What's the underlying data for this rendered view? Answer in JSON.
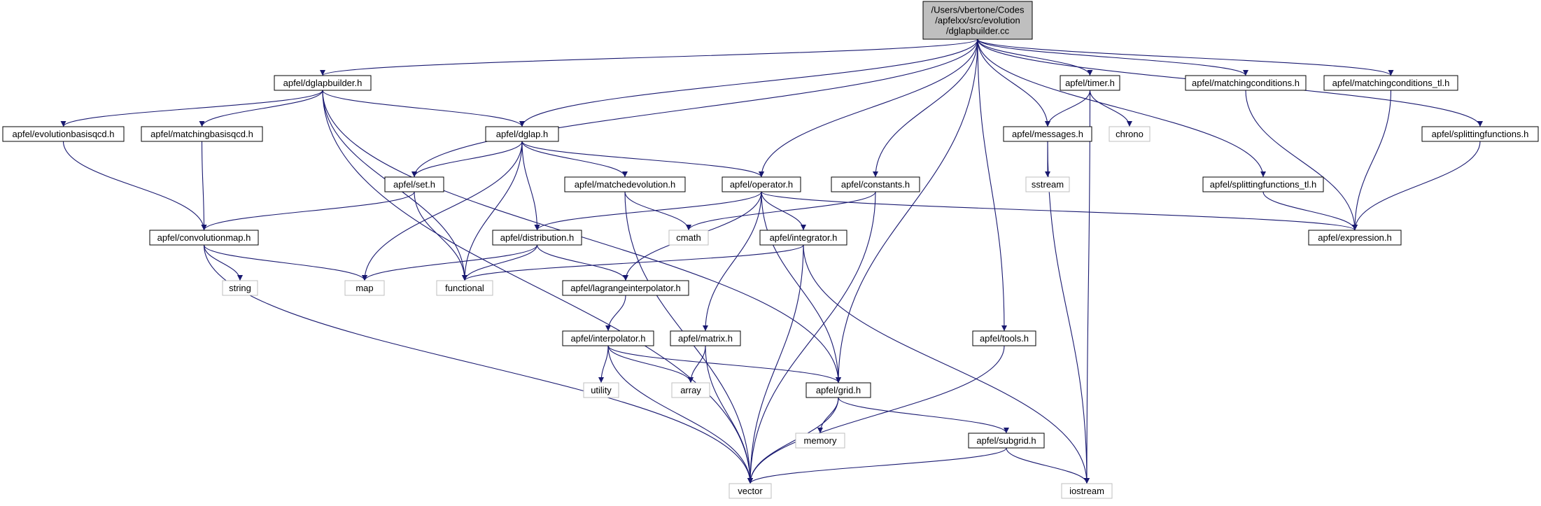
{
  "colors": {
    "edge": "#191970",
    "root_fill": "#bfbfbf",
    "node_border": "#000000",
    "external_border": "#bfbfbf",
    "text": "#000000"
  },
  "nodes": [
    {
      "id": "root",
      "kind": "root",
      "lines": [
        "/Users/vbertone/Codes",
        "/apfelxx/src/evolution",
        "/dglapbuilder.cc"
      ]
    },
    {
      "id": "dglapbuilder",
      "kind": "header",
      "lines": [
        "apfel/dglapbuilder.h"
      ]
    },
    {
      "id": "evolutionbasisqcd",
      "kind": "header",
      "lines": [
        "apfel/evolutionbasisqcd.h"
      ]
    },
    {
      "id": "matchingbasisqcd",
      "kind": "header",
      "lines": [
        "apfel/matchingbasisqcd.h"
      ]
    },
    {
      "id": "dglap",
      "kind": "header",
      "lines": [
        "apfel/dglap.h"
      ]
    },
    {
      "id": "set",
      "kind": "header",
      "lines": [
        "apfel/set.h"
      ]
    },
    {
      "id": "convolutionmap",
      "kind": "header",
      "lines": [
        "apfel/convolutionmap.h"
      ]
    },
    {
      "id": "string",
      "kind": "external",
      "lines": [
        "string"
      ]
    },
    {
      "id": "map",
      "kind": "external",
      "lines": [
        "map"
      ]
    },
    {
      "id": "functional",
      "kind": "external",
      "lines": [
        "functional"
      ]
    },
    {
      "id": "matchedevolution",
      "kind": "header",
      "lines": [
        "apfel/matchedevolution.h"
      ]
    },
    {
      "id": "distribution",
      "kind": "header",
      "lines": [
        "apfel/distribution.h"
      ]
    },
    {
      "id": "operator",
      "kind": "header",
      "lines": [
        "apfel/operator.h"
      ]
    },
    {
      "id": "cmath",
      "kind": "external",
      "lines": [
        "cmath"
      ]
    },
    {
      "id": "integrator",
      "kind": "header",
      "lines": [
        "apfel/integrator.h"
      ]
    },
    {
      "id": "lagrangeinterpolator",
      "kind": "header",
      "lines": [
        "apfel/lagrangeinterpolator.h"
      ]
    },
    {
      "id": "interpolator",
      "kind": "header",
      "lines": [
        "apfel/interpolator.h"
      ]
    },
    {
      "id": "utility",
      "kind": "external",
      "lines": [
        "utility"
      ]
    },
    {
      "id": "array",
      "kind": "external",
      "lines": [
        "array"
      ]
    },
    {
      "id": "matrix",
      "kind": "header",
      "lines": [
        "apfel/matrix.h"
      ]
    },
    {
      "id": "grid",
      "kind": "header",
      "lines": [
        "apfel/grid.h"
      ]
    },
    {
      "id": "memory",
      "kind": "external",
      "lines": [
        "memory"
      ]
    },
    {
      "id": "subgrid",
      "kind": "header",
      "lines": [
        "apfel/subgrid.h"
      ]
    },
    {
      "id": "vector",
      "kind": "external",
      "lines": [
        "vector"
      ]
    },
    {
      "id": "iostream",
      "kind": "external",
      "lines": [
        "iostream"
      ]
    },
    {
      "id": "constants",
      "kind": "header",
      "lines": [
        "apfel/constants.h"
      ]
    },
    {
      "id": "timer",
      "kind": "header",
      "lines": [
        "apfel/timer.h"
      ]
    },
    {
      "id": "messages",
      "kind": "header",
      "lines": [
        "apfel/messages.h"
      ]
    },
    {
      "id": "chrono",
      "kind": "external",
      "lines": [
        "chrono"
      ]
    },
    {
      "id": "sstream",
      "kind": "external",
      "lines": [
        "sstream"
      ]
    },
    {
      "id": "tools",
      "kind": "header",
      "lines": [
        "apfel/tools.h"
      ]
    },
    {
      "id": "matchingconditions",
      "kind": "header",
      "lines": [
        "apfel/matchingconditions.h"
      ]
    },
    {
      "id": "matchingconditions_tl",
      "kind": "header",
      "lines": [
        "apfel/matchingconditions_tl.h"
      ]
    },
    {
      "id": "splittingfunctions",
      "kind": "header",
      "lines": [
        "apfel/splittingfunctions.h"
      ]
    },
    {
      "id": "splittingfunctions_tl",
      "kind": "header",
      "lines": [
        "apfel/splittingfunctions_tl.h"
      ]
    },
    {
      "id": "expression",
      "kind": "header",
      "lines": [
        "apfel/expression.h"
      ]
    }
  ],
  "edges": [
    [
      "root",
      "dglapbuilder"
    ],
    [
      "root",
      "set"
    ],
    [
      "root",
      "dglap"
    ],
    [
      "root",
      "operator"
    ],
    [
      "root",
      "constants"
    ],
    [
      "root",
      "grid"
    ],
    [
      "root",
      "tools"
    ],
    [
      "root",
      "messages"
    ],
    [
      "root",
      "timer"
    ],
    [
      "root",
      "splittingfunctions_tl"
    ],
    [
      "root",
      "matchingconditions"
    ],
    [
      "root",
      "matchingconditions_tl"
    ],
    [
      "root",
      "splittingfunctions"
    ],
    [
      "dglapbuilder",
      "evolutionbasisqcd"
    ],
    [
      "dglapbuilder",
      "matchingbasisqcd"
    ],
    [
      "dglapbuilder",
      "dglap"
    ],
    [
      "dglapbuilder",
      "functional"
    ],
    [
      "dglapbuilder",
      "vector"
    ],
    [
      "dglapbuilder",
      "grid"
    ],
    [
      "evolutionbasisqcd",
      "convolutionmap"
    ],
    [
      "matchingbasisqcd",
      "convolutionmap"
    ],
    [
      "dglap",
      "set"
    ],
    [
      "dglap",
      "map"
    ],
    [
      "dglap",
      "functional"
    ],
    [
      "dglap",
      "distribution"
    ],
    [
      "dglap",
      "matchedevolution"
    ],
    [
      "dglap",
      "operator"
    ],
    [
      "set",
      "convolutionmap"
    ],
    [
      "set",
      "functional"
    ],
    [
      "convolutionmap",
      "string"
    ],
    [
      "convolutionmap",
      "map"
    ],
    [
      "convolutionmap",
      "vector"
    ],
    [
      "matchedevolution",
      "cmath"
    ],
    [
      "matchedevolution",
      "vector"
    ],
    [
      "operator",
      "distribution"
    ],
    [
      "operator",
      "lagrangeinterpolator"
    ],
    [
      "operator",
      "integrator"
    ],
    [
      "operator",
      "matrix"
    ],
    [
      "operator",
      "grid"
    ],
    [
      "operator",
      "expression"
    ],
    [
      "distribution",
      "map"
    ],
    [
      "distribution",
      "functional"
    ],
    [
      "distribution",
      "lagrangeinterpolator"
    ],
    [
      "constants",
      "cmath"
    ],
    [
      "constants",
      "vector"
    ],
    [
      "integrator",
      "functional"
    ],
    [
      "integrator",
      "vector"
    ],
    [
      "integrator",
      "iostream"
    ],
    [
      "lagrangeinterpolator",
      "interpolator"
    ],
    [
      "interpolator",
      "utility"
    ],
    [
      "interpolator",
      "array"
    ],
    [
      "interpolator",
      "grid"
    ],
    [
      "interpolator",
      "vector"
    ],
    [
      "matrix",
      "array"
    ],
    [
      "matrix",
      "vector"
    ],
    [
      "grid",
      "memory"
    ],
    [
      "grid",
      "vector"
    ],
    [
      "grid",
      "subgrid"
    ],
    [
      "subgrid",
      "vector"
    ],
    [
      "subgrid",
      "iostream"
    ],
    [
      "timer",
      "messages"
    ],
    [
      "timer",
      "chrono"
    ],
    [
      "timer",
      "iostream"
    ],
    [
      "messages",
      "sstream"
    ],
    [
      "messages",
      "iostream"
    ],
    [
      "tools",
      "vector"
    ],
    [
      "matchingconditions",
      "expression"
    ],
    [
      "matchingconditions_tl",
      "expression"
    ],
    [
      "splittingfunctions",
      "expression"
    ],
    [
      "splittingfunctions_tl",
      "expression"
    ]
  ]
}
